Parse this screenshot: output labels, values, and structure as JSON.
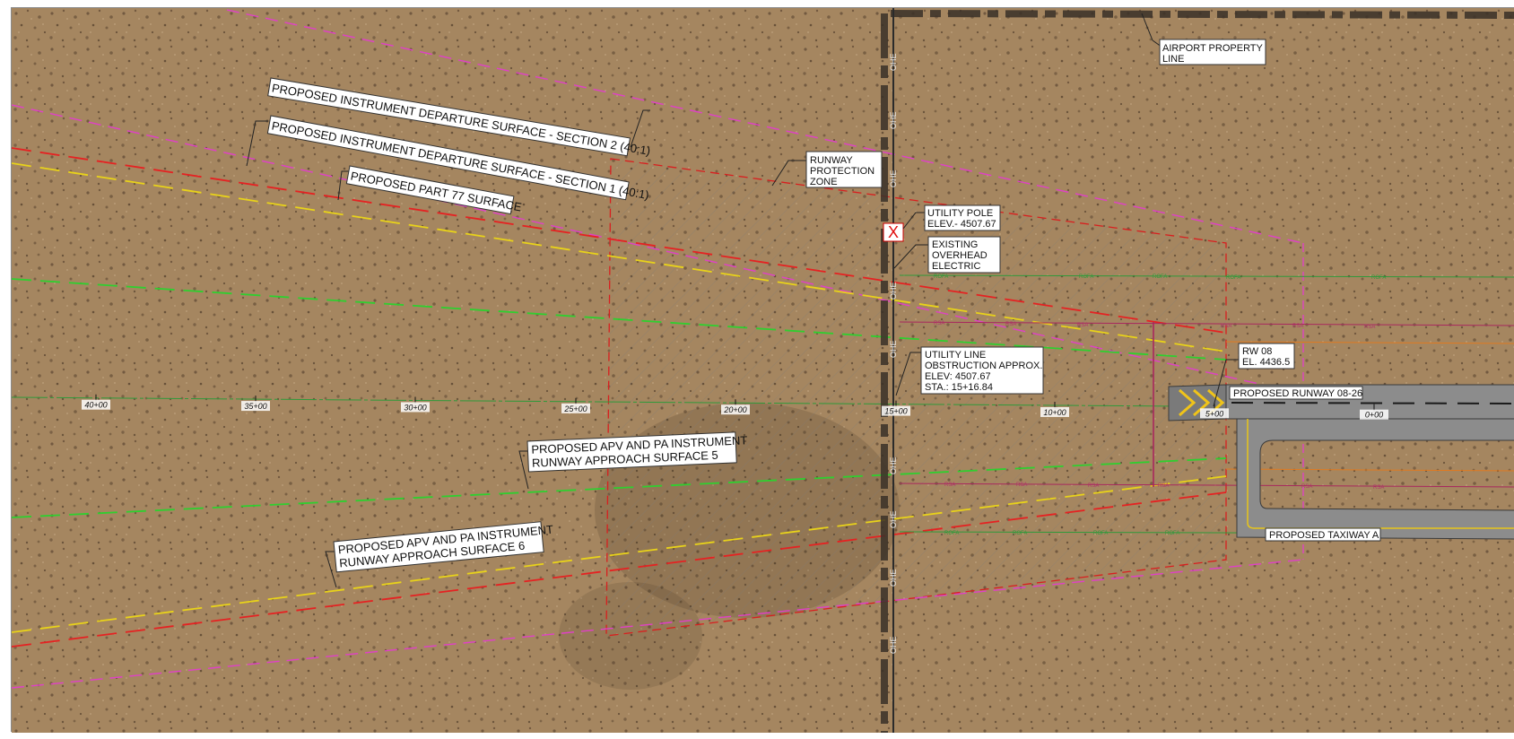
{
  "colors": {
    "ground": "#a98a63",
    "departure_surface": "#e040c8",
    "part77_surface": "#e52222",
    "approach_surface_5": "#2fcf2f",
    "approach_surface_6": "#e8d21a",
    "rpz_boundary": "#d81f1f",
    "rsa_line": "#a8285e",
    "ofa_line": "#2f9a3a",
    "runway_pavement": "#8c8c8c",
    "chevrons": "#f0c419"
  },
  "icons": {
    "obstruction_marker": "red-x-icon",
    "property_line": "dashed-property-line",
    "overhead_electric": "ohe-line"
  },
  "labels": {
    "airport_property_line": [
      "AIRPORT PROPERTY",
      "LINE"
    ],
    "runway_protection_zone": [
      "RUNWAY",
      "PROTECTION",
      "ZONE"
    ],
    "utility_pole": [
      "UTILITY POLE",
      "ELEV.- 4507.67"
    ],
    "existing_overhead_electric": [
      "EXISTING",
      "OVERHEAD",
      "ELECTRIC"
    ],
    "utility_line_obstruction": [
      "UTILITY LINE",
      "OBSTRUCTION APPROX.",
      "ELEV: 4507.67",
      "STA.: 15+16.84"
    ],
    "rw08": [
      "RW 08",
      "EL. 4436.5"
    ],
    "proposed_runway": "PROPOSED RUNWAY 08-26",
    "proposed_taxiway": "PROPOSED TAXIWAY A",
    "departure_section2": "PROPOSED INSTRUMENT DEPARTURE SURFACE - SECTION 2 (40:1)",
    "departure_section1": "PROPOSED INSTRUMENT DEPARTURE SURFACE - SECTION 1 (40:1)",
    "part77_surface": "PROPOSED PART 77 SURFACE",
    "approach_surface_5": [
      "PROPOSED APV AND PA INSTRUMENT",
      "RUNWAY APPROACH SURFACE 5"
    ],
    "approach_surface_6": [
      "PROPOSED APV AND PA INSTRUMENT",
      "RUNWAY APPROACH SURFACE 6"
    ],
    "obstruction_mark": "X",
    "rsa": "RSA",
    "ofa": "ROFA",
    "ohe": "OHE"
  },
  "stations": [
    "40+00",
    "35+00",
    "30+00",
    "25+00",
    "20+00",
    "15+00",
    "10+00",
    "5+00",
    "0+00"
  ]
}
